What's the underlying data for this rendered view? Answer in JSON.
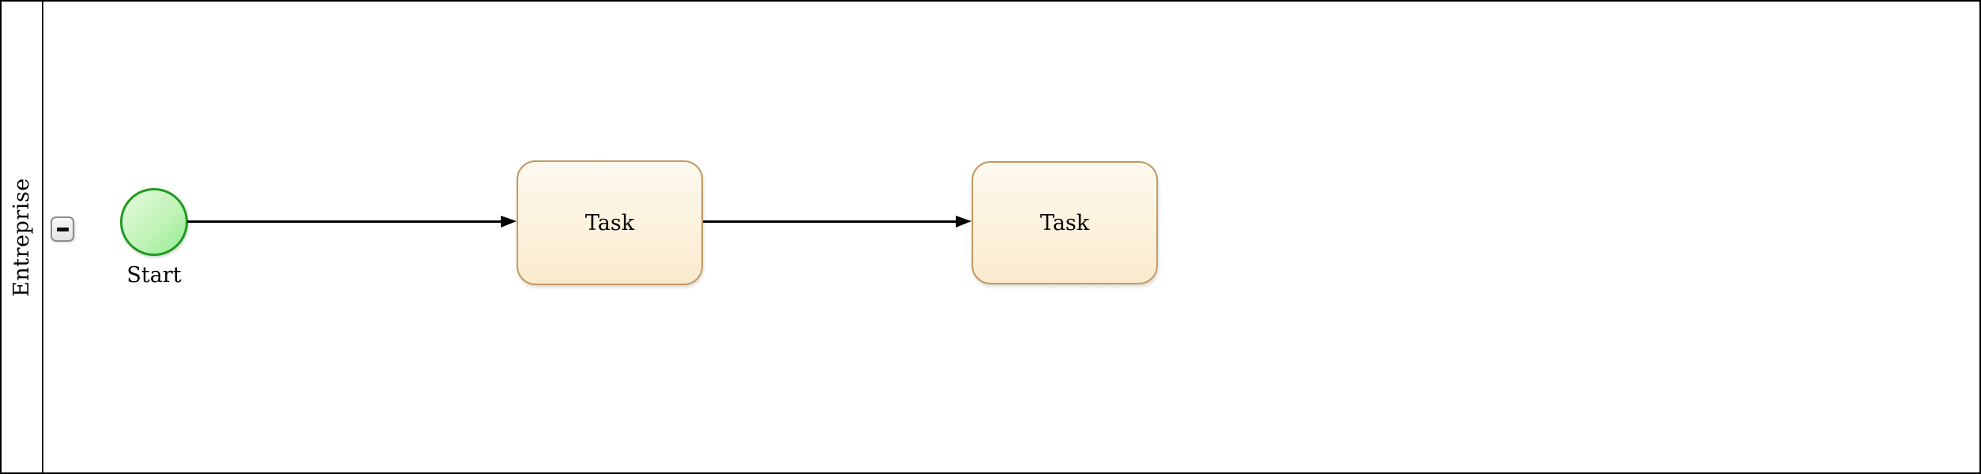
{
  "diagram": {
    "type": "bpmn-process",
    "pool": {
      "label": "Entreprise",
      "collapse_icon": "minus",
      "collapsed": false
    },
    "nodes": [
      {
        "id": "start",
        "type": "start-event",
        "label": "Start"
      },
      {
        "id": "task1",
        "type": "task",
        "label": "Task"
      },
      {
        "id": "task2",
        "type": "task",
        "label": "Task"
      }
    ],
    "edges": [
      {
        "from": "start",
        "to": "task1",
        "type": "sequence-flow"
      },
      {
        "from": "task1",
        "to": "task2",
        "type": "sequence-flow"
      }
    ],
    "colors": {
      "canvas_background": "#ffffff",
      "pool_border": "#000000",
      "task_border": "#c49a63",
      "task_fill_top": "#fdf9ef",
      "task_fill_bottom": "#faeacd",
      "start_event_border": "#1f9a1f",
      "start_event_fill_top": "#e3fadd",
      "start_event_fill_bottom": "#94ec94",
      "flow_line": "#000000",
      "collapse_button_border": "#8e8e8e"
    }
  }
}
